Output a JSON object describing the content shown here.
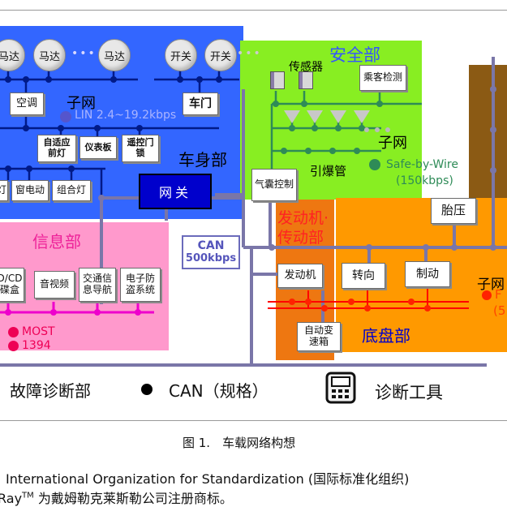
{
  "colors": {
    "body_zone": "#3366ff",
    "safety_zone": "#88ee22",
    "info_zone": "#ff99cc",
    "chassis_zone": "#ff9900",
    "engine_zone": "#ee7711",
    "brown_zone": "#8b5a14",
    "can_bus": "#7a76a8",
    "most_bus": "#ee00cc",
    "flexray_bus": "#ff0000",
    "lin_bus": "#001a88",
    "safety_bus": "#2e8b57",
    "gateway": "#0000cc"
  },
  "body": {
    "title": "车身部",
    "motors": [
      "马达",
      "马达",
      "马达"
    ],
    "motor_dots": "•••",
    "switches": [
      "开关",
      "开关"
    ],
    "switch_dots": "•••",
    "aircon": "空调",
    "door": "车门",
    "subnet": "子网",
    "lin": "LIN 2.4~19.2kbps",
    "headlight": "自适应前灯",
    "dashboard": "仪表板",
    "remote_lock": "遥控门锁",
    "lamp": "灯",
    "window_motor": "窗电动",
    "combo_lamp": "组合灯",
    "gateway": "网关"
  },
  "safety": {
    "title": "安全部",
    "sensor": "传感器",
    "passenger_detect": "乘客检测",
    "subnet": "子网",
    "squib": "引爆管",
    "bus_name": "Safe-by-Wire",
    "bus_speed": "(150kbps)",
    "airbag": "气囊控制"
  },
  "info": {
    "title": "信息部",
    "cd": "D/CD\n碟盒",
    "av": "音视频",
    "nav": "交通信息导航",
    "antitheft": "电子防盗系统",
    "most": "MOST",
    "most_speed": "1394"
  },
  "can": {
    "label": "CAN",
    "speed": "500kbps"
  },
  "engine": {
    "title": "发动机·传动部",
    "engine": "发动机",
    "gearbox": "自动变速箱"
  },
  "chassis": {
    "title": "底盘部",
    "tire": "胎压",
    "steering": "转向",
    "brake": "制动",
    "subnet": "子网",
    "flexray": "F",
    "flexray_speed": "(5"
  },
  "bottom": {
    "diagnostics": "故障诊断部",
    "can_spec": "CAN（规格）",
    "tool": "诊断工具"
  },
  "caption": "图 1.　车载网络构想",
  "footnote1": "International Organization for Standardization (国际标准化组织)",
  "footnote2_prefix": "Ray",
  "footnote2_sup": "TM",
  "footnote2_rest": " 为戴姆勒克莱斯勒公司注册商标。"
}
